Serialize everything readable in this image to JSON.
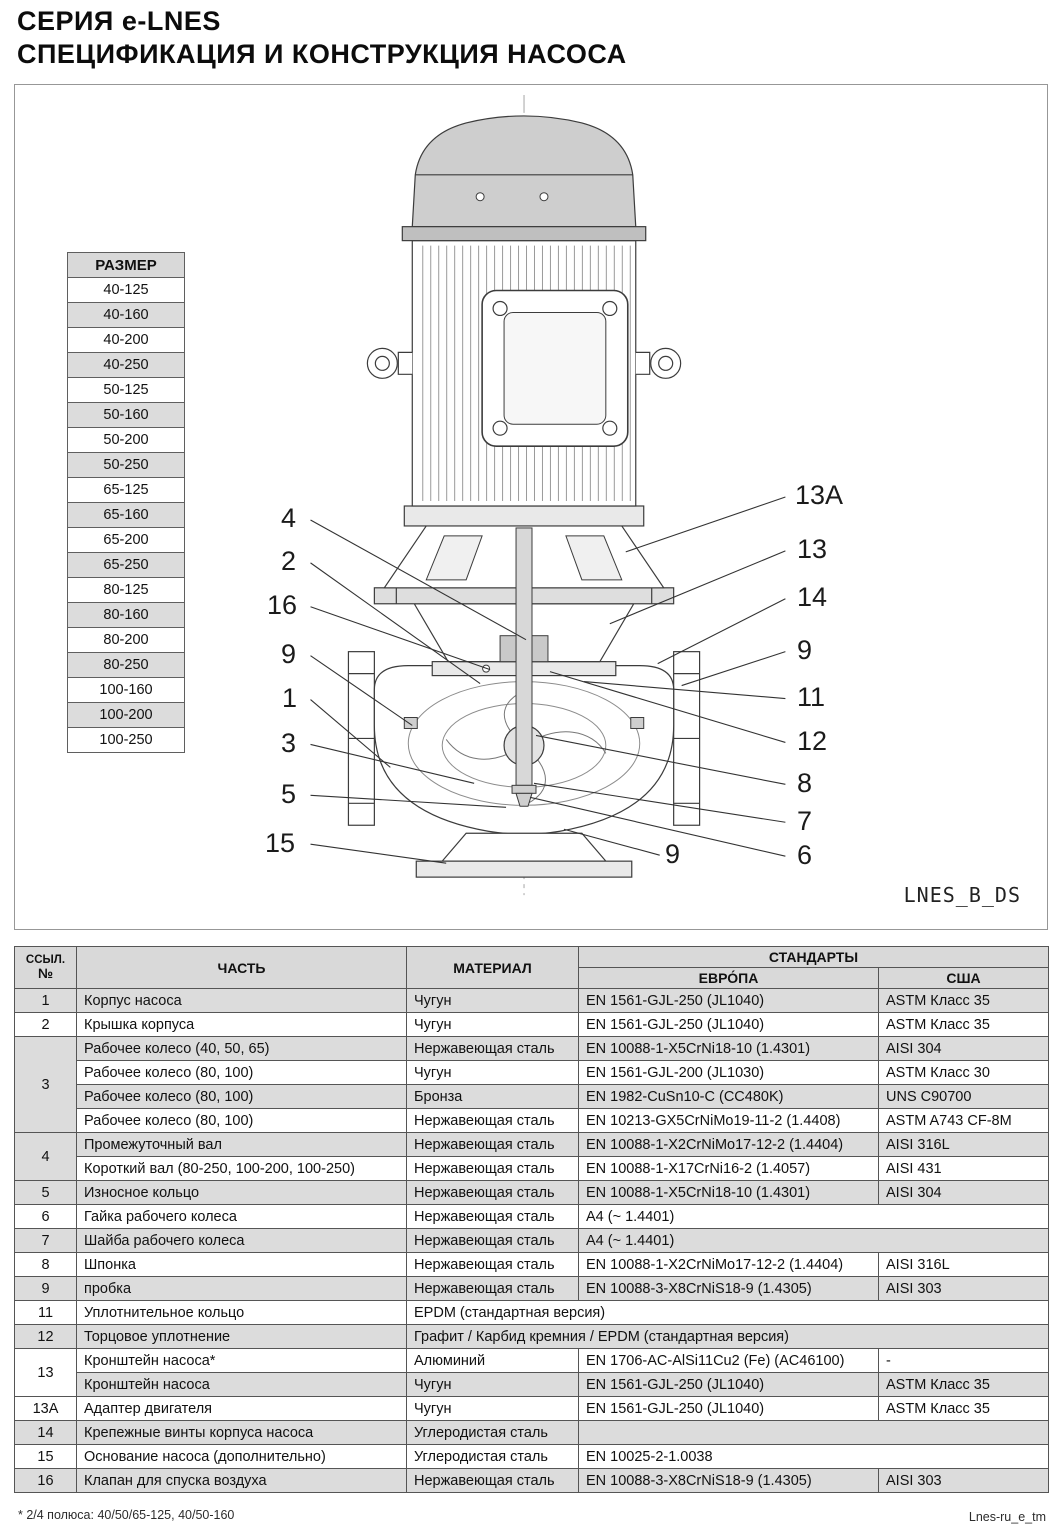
{
  "page": {
    "title_line1": "СЕРИЯ e-LNES",
    "title_line2": "СПЕЦИФИКАЦИЯ И КОНСТРУКЦИЯ НАСОСА",
    "footnote": "* 2/4 полюса: 40/50/65-125, 40/50-160",
    "doc_code": "Lnes-ru_e_tm"
  },
  "size_table": {
    "header": "РАЗМЕР",
    "rows": [
      "40-125",
      "40-160",
      "40-200",
      "40-250",
      "50-125",
      "50-160",
      "50-200",
      "50-250",
      "65-125",
      "65-160",
      "65-200",
      "65-250",
      "80-125",
      "80-160",
      "80-200",
      "80-250",
      "100-160",
      "100-200",
      "100-250"
    ]
  },
  "drawing": {
    "code_label": "LNES_B_DS",
    "callouts": [
      "4",
      "2",
      "16",
      "9",
      "1",
      "3",
      "5",
      "15",
      "13A",
      "13",
      "14",
      "9",
      "11",
      "12",
      "8",
      "7",
      "6",
      "9"
    ]
  },
  "parts_table": {
    "header": {
      "ref_line1": "ССЫЛ.",
      "ref_line2": "№",
      "part": "ЧАСТЬ",
      "material": "МАТЕРИАЛ",
      "standards": "СТАНДАРТЫ",
      "europe": "ЕВРО́ПА",
      "usa": "США"
    },
    "rows": [
      {
        "ref": "1",
        "ref_rows": 1,
        "part": "Корпус насоса",
        "material": "Чугун",
        "europe": "EN 1561-GJL-250 (JL1040)",
        "usa": "ASTM Класс 35"
      },
      {
        "ref": "2",
        "ref_rows": 1,
        "part": "Крышка корпуса",
        "material": "Чугун",
        "europe": "EN 1561-GJL-250 (JL1040)",
        "usa": "ASTM Класс 35"
      },
      {
        "ref": "3",
        "ref_rows": 4,
        "part": "Рабочее колесо (40, 50, 65)",
        "material": "Нержавеющая сталь",
        "europe": "EN 10088-1-X5CrNi18-10 (1.4301)",
        "usa": "AISI 304"
      },
      {
        "part": "Рабочее колесо (80, 100)",
        "material": "Чугун",
        "europe": "EN 1561-GJL-200 (JL1030)",
        "usa": "ASTM Класс 30"
      },
      {
        "part": "Рабочее колесо (80, 100)",
        "material": "Бронза",
        "europe": "EN 1982-CuSn10-C (CC480K)",
        "usa": "UNS C90700"
      },
      {
        "part": "Рабочее колесо (80, 100)",
        "material": "Нержавеющая сталь",
        "europe": "EN 10213-GX5CrNiMo19-11-2 (1.4408)",
        "usa": "ASTM A743 CF-8M"
      },
      {
        "ref": "4",
        "ref_rows": 2,
        "part": "Промежуточный вал",
        "material": "Нержавеющая сталь",
        "europe": "EN 10088-1-X2CrNiMo17-12-2 (1.4404)",
        "usa": "AISI 316L"
      },
      {
        "part": "Короткий вал (80-250, 100-200, 100-250)",
        "material": "Нержавеющая сталь",
        "europe": "EN 10088-1-X17CrNi16-2 (1.4057)",
        "usa": "AISI 431"
      },
      {
        "ref": "5",
        "ref_rows": 1,
        "part": "Износное кольцо",
        "material": "Нержавеющая сталь",
        "europe": "EN 10088-1-X5CrNi18-10 (1.4301)",
        "usa": "AISI 304"
      },
      {
        "ref": "6",
        "ref_rows": 1,
        "part": "Гайка рабочего колеса",
        "material": "Нержавеющая сталь",
        "europe": "A4 (~ 1.4401)",
        "europe_cols": 2
      },
      {
        "ref": "7",
        "ref_rows": 1,
        "part": "Шайба рабочего колеса",
        "material": "Нержавеющая сталь",
        "europe": "A4 (~ 1.4401)",
        "europe_cols": 2
      },
      {
        "ref": "8",
        "ref_rows": 1,
        "part": "Шпонка",
        "material": "Нержавеющая сталь",
        "europe": "EN 10088-1-X2CrNiMo17-12-2 (1.4404)",
        "usa": "AISI 316L"
      },
      {
        "ref": "9",
        "ref_rows": 1,
        "part": "пробка",
        "material": "Нержавеющая сталь",
        "europe": "EN 10088-3-X8CrNiS18-9 (1.4305)",
        "usa": "AISI 303"
      },
      {
        "ref": "11",
        "ref_rows": 1,
        "part": "Уплотнительное кольцо",
        "material": "EPDM (стандартная версия)",
        "material_cols": 3
      },
      {
        "ref": "12",
        "ref_rows": 1,
        "part": "Торцовое уплотнение",
        "material": "Графит / Карбид кремния / EPDM (стандартная версия)",
        "material_cols": 3
      },
      {
        "ref": "13",
        "ref_rows": 2,
        "part": "Кронштейн насоса*",
        "material": "Алюминий",
        "europe": "EN 1706-AC-AlSi11Cu2 (Fe) (AC46100)",
        "usa": "-"
      },
      {
        "part": "Кронштейн насоса",
        "material": "Чугун",
        "europe": "EN 1561-GJL-250 (JL1040)",
        "usa": "ASTM Класс 35"
      },
      {
        "ref": "13A",
        "ref_rows": 1,
        "part": "Адаптер двигателя",
        "material": "Чугун",
        "europe": "EN 1561-GJL-250 (JL1040)",
        "usa": "ASTM Класс 35"
      },
      {
        "ref": "14",
        "ref_rows": 1,
        "part": "Крепежные винты корпуса насоса",
        "material": "Углеродистая сталь",
        "europe": "",
        "europe_cols": 2
      },
      {
        "ref": "15",
        "ref_rows": 1,
        "part": "Основание насоса (дополнительно)",
        "material": "Углеродистая сталь",
        "europe": "EN 10025-2-1.0038",
        "europe_cols": 2
      },
      {
        "ref": "16",
        "ref_rows": 1,
        "part": "Клапан для спуска воздуха",
        "material": "Нержавеющая сталь",
        "europe": "EN 10088-3-X8CrNiS18-9 (1.4305)",
        "usa": "AISI 303"
      }
    ]
  }
}
